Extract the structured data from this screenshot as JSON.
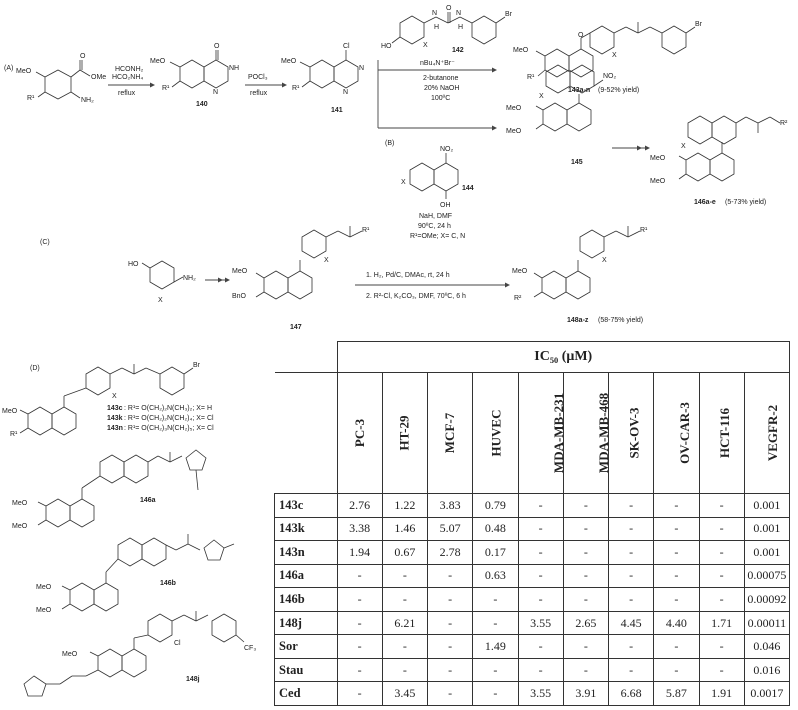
{
  "scheme": {
    "panel_a": "(A)",
    "panel_b": "(B)",
    "panel_c": "(C)",
    "panel_d": "(D)",
    "start_meo": "MeO",
    "start_r1": "R¹",
    "start_ome": "OMe",
    "start_o": "O",
    "start_nh2": "NH₂",
    "reagent1_line1": "HCONH₂",
    "reagent1_line2": "HCO₂NH₄",
    "reagent1_line3": "reflux",
    "cmpd140": "140",
    "c140_meo": "MeO",
    "c140_r1": "R¹",
    "c140_nh": "NH",
    "c140_o": "O",
    "c140_n": "N",
    "reagent2_line1": "POCl₃",
    "reagent2_line2": "reflux",
    "cmpd141": "141",
    "c141_meo": "MeO",
    "c141_r1": "R¹",
    "c141_cl": "Cl",
    "c141_n1": "N",
    "c141_n2": "N",
    "cmpd142": "142",
    "c142_ho": "HO",
    "c142_x": "X",
    "c142_br": "Br",
    "c142_o": "O",
    "c142_nh1": "N",
    "c142_nh2": "N",
    "c142_h1": "H",
    "c142_h2": "H",
    "reagent3_line1": "nBu₄N⁺Br⁻",
    "reagent3_line2": "2-butanone",
    "reagent3_line3": "20% NaOH",
    "reagent3_line4": "100ºC",
    "cmpd143": "143a-n",
    "cmpd143_yield": "(9-52% yield)",
    "c143_meo": "MeO",
    "c143_r1": "R¹",
    "c143_x": "X",
    "c143_br": "Br",
    "cmpd144": "144",
    "c144_no2": "NO₂",
    "c144_oh": "OH",
    "c144_x": "X",
    "reagent4_line1": "NaH, DMF",
    "reagent4_line2": "90ºC, 24 h",
    "reagent4_line3": "R¹=OMe; X= C, N",
    "cmpd145": "145",
    "c145_no2": "NO₂",
    "c145_meo1": "MeO",
    "c145_meo2": "MeO",
    "c145_x": "X",
    "cmpd146": "146a-e",
    "cmpd146_yield": "(5-73% yield)",
    "c146_meo1": "MeO",
    "c146_meo2": "MeO",
    "c146_r2": "R²",
    "c146_x": "X",
    "c_start_ho": "HO",
    "c_start_nh2": "NH₂",
    "c_start_x": "X",
    "cmpd147": "147",
    "c147_meo": "MeO",
    "c147_bno": "BnO",
    "c147_x": "X",
    "c147_r1": "R¹",
    "reagent5_line1": "1. H₂, Pd/C, DMAc, rt, 24 h",
    "reagent5_line2": "2. R²-Cl, K₂CO₃, DMF, 70ºC, 6 h",
    "cmpd148": "148a-z",
    "cmpd148_yield": "(58-75% yield)",
    "c148_meo": "MeO",
    "c148_r2": "R²",
    "c148_x": "X",
    "c148_r1": "R¹",
    "d_143_meo": "MeO",
    "d_143_r1": "R¹",
    "d_143_x": "X",
    "d_143_br": "Br",
    "d_143c_label": "143c",
    "d_143c_text": ": R¹= O(CH₂)₂N(CH₃)₂; X= H",
    "d_143k_label": "143k",
    "d_143k_text": ": R¹= O(CH₂)₂N(CH₂)₄; X= Cl",
    "d_143n_label": "143n",
    "d_143n_text": ": R¹= O(CH₂)₃N(CH₂)₅; X= Cl",
    "d_146a_label": "146a",
    "d_146a_meo1": "MeO",
    "d_146a_meo2": "MeO",
    "d_146b_label": "146b",
    "d_146b_meo1": "MeO",
    "d_146b_meo2": "MeO",
    "d_148j_label": "148j",
    "d_148j_meo": "MeO",
    "d_148j_cl": "Cl",
    "d_148j_cf3": "CF₃"
  },
  "table": {
    "title": "IC₅₀ (μM)",
    "columns": [
      "PC-3",
      "HT-29",
      "MCF-7",
      "HUVEC",
      "MDA-MB-231",
      "MDA-MB-468",
      "SK-OV-3",
      "OV-CAR-3",
      "HCT-116",
      "VEGFR-2"
    ],
    "rows": [
      {
        "name": "143c",
        "values": [
          "2.76",
          "1.22",
          "3.83",
          "0.79",
          "-",
          "-",
          "-",
          "-",
          "-",
          "0.001"
        ]
      },
      {
        "name": "143k",
        "values": [
          "3.38",
          "1.46",
          "5.07",
          "0.48",
          "-",
          "-",
          "-",
          "-",
          "-",
          "0.001"
        ]
      },
      {
        "name": "143n",
        "values": [
          "1.94",
          "0.67",
          "2.78",
          "0.17",
          "-",
          "-",
          "-",
          "-",
          "-",
          "0.001"
        ]
      },
      {
        "name": "146a",
        "values": [
          "-",
          "-",
          "-",
          "0.63",
          "-",
          "-",
          "-",
          "-",
          "-",
          "0.00075"
        ]
      },
      {
        "name": "146b",
        "values": [
          "-",
          "-",
          "-",
          "-",
          "-",
          "-",
          "-",
          "-",
          "-",
          "0.00092"
        ]
      },
      {
        "name": "148j",
        "values": [
          "-",
          "6.21",
          "-",
          "-",
          "3.55",
          "2.65",
          "4.45",
          "4.40",
          "1.71",
          "0.00011"
        ]
      },
      {
        "name": "Sor",
        "values": [
          "-",
          "-",
          "-",
          "1.49",
          "-",
          "-",
          "-",
          "-",
          "-",
          "0.046"
        ]
      },
      {
        "name": "Stau",
        "values": [
          "-",
          "-",
          "-",
          "-",
          "-",
          "-",
          "-",
          "-",
          "-",
          "0.016"
        ]
      },
      {
        "name": "Ced",
        "values": [
          "-",
          "3.45",
          "-",
          "-",
          "3.55",
          "3.91",
          "6.68",
          "5.87",
          "1.91",
          "0.0017"
        ]
      }
    ]
  }
}
